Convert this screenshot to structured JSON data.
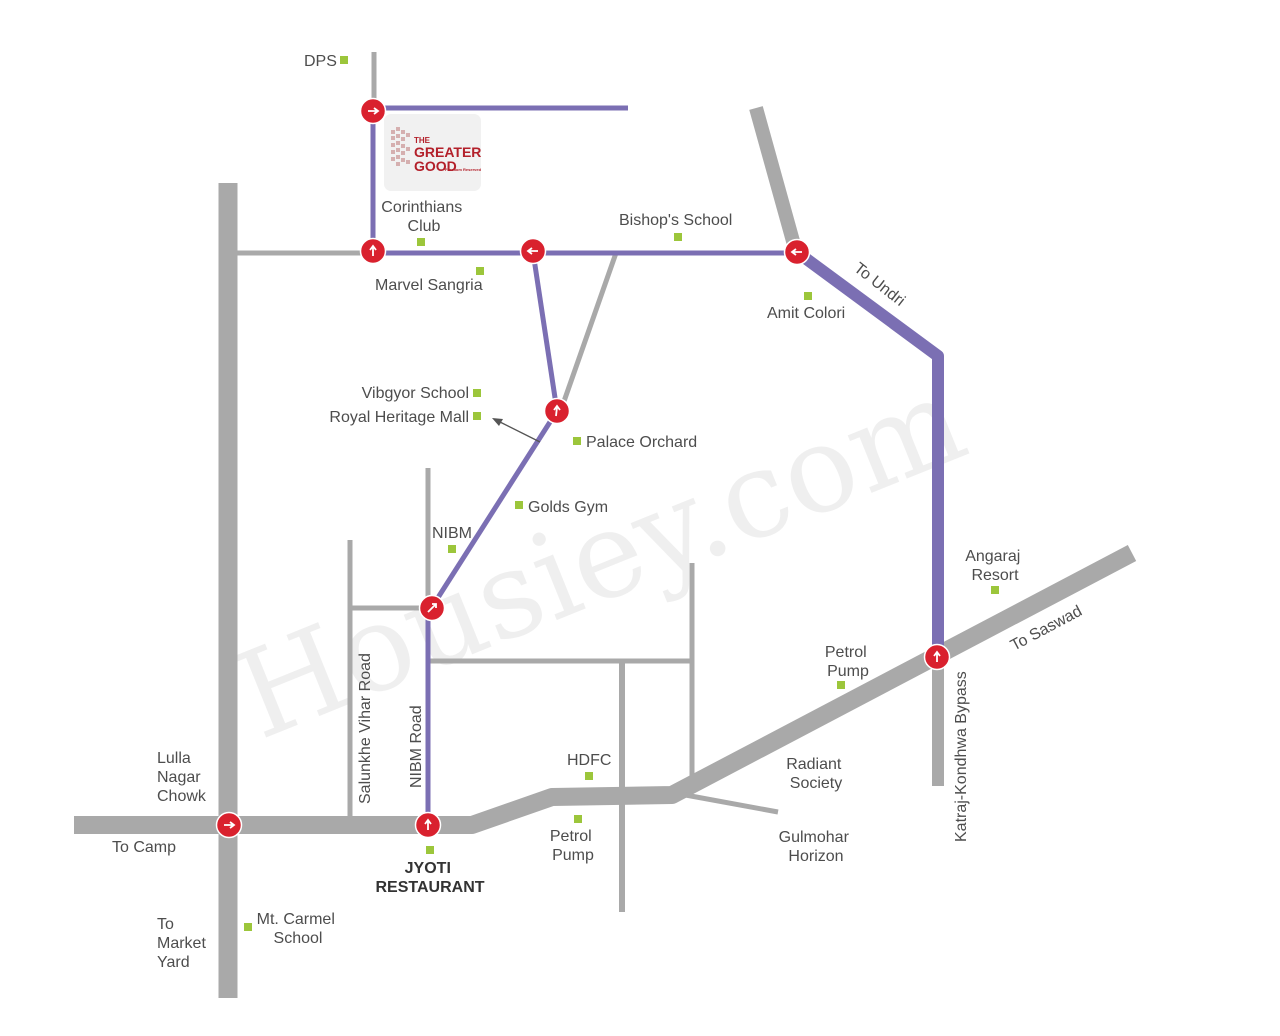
{
  "watermark": "Housiey.com",
  "logo": {
    "line1": "THE",
    "line2": "GREATER",
    "line3": "GOOD",
    "tag": "Freedom Reserved",
    "colors": {
      "bg": "#f1f1f1",
      "text": "#b3202a"
    }
  },
  "colors": {
    "route": "#7b6fb3",
    "road": "#a9a9a9",
    "marker": "#d9212e",
    "landmark": "#9cc63b"
  },
  "labels": {
    "dps": "DPS",
    "corinthians": [
      "Corinthians",
      "Club"
    ],
    "bishops": "Bishop's School",
    "marvel": "Marvel Sangria",
    "undri": "To Undri",
    "amit": "Amit Colori",
    "vibgyor": "Vibgyor School",
    "royal": "Royal Heritage Mall",
    "palace": "Palace Orchard",
    "golds": "Golds Gym",
    "nibm": "NIBM",
    "angaraj": [
      "Angaraj",
      "Resort"
    ],
    "saswad": "To Saswad",
    "petrol1": [
      "Petrol",
      "Pump"
    ],
    "bypass": "Katraj-Kondhwa Bypass",
    "salunkhe": "Salunkhe Vihar Road",
    "nibmroad": "NIBM Road",
    "radiant": [
      "Radiant",
      "Society"
    ],
    "hdfc": "HDFC",
    "lulla": [
      "Lulla",
      "Nagar",
      "Chowk"
    ],
    "camp": "To Camp",
    "jyoti": [
      "JYOTI",
      "RESTAURANT"
    ],
    "petrol2": [
      "Petrol",
      "Pump"
    ],
    "gulmohar": [
      "Gulmohar",
      "Horizon"
    ],
    "market": [
      "To",
      "Market",
      "Yard"
    ],
    "carmel": [
      "Mt. Carmel",
      "School"
    ]
  }
}
